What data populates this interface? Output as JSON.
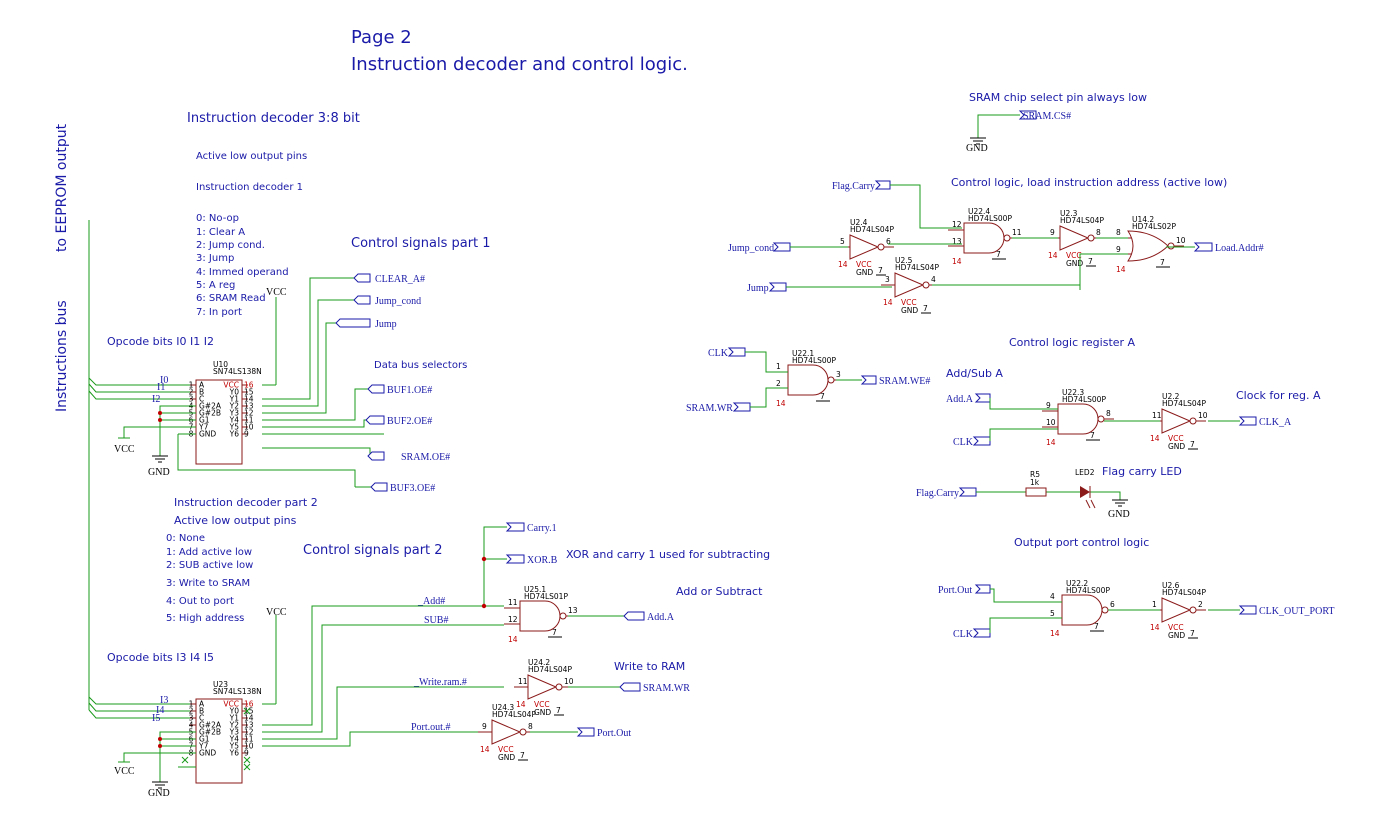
{
  "header": {
    "page": "Page 2",
    "subtitle": "Instruction decoder and control logic."
  },
  "side_labels": {
    "eeprom": "to EEPROM output",
    "bus": "Instructions bus"
  },
  "decoder1": {
    "title": "Instruction decoder 3:8 bit",
    "active_low": "Active low output pins",
    "name": "Instruction decoder 1",
    "codes": [
      "0:  No-op",
      "1:  Clear A",
      "2:  Jump cond.",
      "3:  Jump",
      "4:  Immed operand",
      "5:  A reg",
      "6:  SRAM Read",
      "7:  In port"
    ],
    "opcode_label": "Opcode bits I0 I1 I2",
    "ref": "U10",
    "part": "SN74LS138N",
    "bus_inputs": [
      "I0",
      "I1",
      "I2"
    ]
  },
  "decoder2": {
    "title": "Instruction decoder part 2",
    "active_low": "Active low output pins",
    "codes": [
      "0:  None",
      "1:  Add active low",
      "2:  SUB active low",
      "3:  Write to SRAM",
      "4:  Out to port",
      "5:  High address"
    ],
    "opcode_label": "Opcode bits I3 I4 I5",
    "ref": "U23",
    "part": "SN74LS138N",
    "bus_inputs": [
      "I3",
      "I4",
      "I5"
    ]
  },
  "chip_138": {
    "left_pins": [
      "A",
      "B",
      "C",
      "G#2A",
      "G#2B",
      "G1",
      "Y7",
      "GND"
    ],
    "left_nums": [
      "1",
      "2",
      "3",
      "4",
      "5",
      "6",
      "7",
      "8"
    ],
    "right_pins": [
      "VCC",
      "Y0",
      "Y1",
      "Y2",
      "Y3",
      "Y4",
      "Y5",
      "Y6"
    ],
    "right_nums": [
      "16",
      "15",
      "14",
      "13",
      "12",
      "11",
      "10",
      "9"
    ]
  },
  "power": {
    "vcc": "VCC",
    "gnd": "GND"
  },
  "sections": {
    "control1": "Control signals part 1",
    "data_bus": "Data bus selectors",
    "control2": "Control signals part 2",
    "xor_note": "XOR and carry 1 used for subtracting",
    "add_sub": "Add or Subtract",
    "write_ram": "Write to RAM",
    "sram_cs": "SRAM chip select pin always  low",
    "ctrl_load": "Control logic, load instruction address (active low)",
    "ctrl_rega": "Control logic register A",
    "addsub_a": "Add/Sub A",
    "clock_rega": "Clock for reg. A",
    "flag_led": "Flag carry LED",
    "out_port": "Output port control logic"
  },
  "ports": {
    "clear_a": "CLEAR_A#",
    "jump_cond": "Jump_cond",
    "jump": "Jump",
    "buf1": "BUF1.OE#",
    "buf2": "BUF2.OE#",
    "sram_oe": "SRAM.OE#",
    "buf3": "BUF3.OE#",
    "carry1": "Carry.1",
    "xorb": "XOR.B",
    "add_a": "Add.A",
    "sram_wr": "SRAM.WR",
    "port_out": "Port.Out",
    "sram_cs": "SRAM.CS#",
    "flag_carry": "Flag.Carry",
    "jump_cond_in": "Jump_cond",
    "jump_in": "Jump",
    "load_addr": "Load.Addr#",
    "clk": "CLK",
    "sram_wr_in": "SRAM.WR",
    "sram_we": "SRAM.WE#",
    "add_a_in": "Add.A",
    "clk_a": "CLK_A",
    "flag_carry_in": "Flag.Carry",
    "port_out_in": "Port.Out",
    "clk_out_port": "CLK_OUT_PORT"
  },
  "net_labels": {
    "add": "_Add#",
    "sub": "SUB#",
    "write_ram": "_Write.ram.#",
    "port_out": "Port.out.#"
  },
  "gates": {
    "u25_1": {
      "ref": "U25.1",
      "part": "HD74LS01P",
      "pins": [
        "11",
        "12",
        "13",
        "14",
        "7"
      ]
    },
    "u24_2": {
      "ref": "U24.2",
      "part": "HD74LS04P",
      "pins": [
        "11",
        "10",
        "14",
        "7"
      ]
    },
    "u24_3": {
      "ref": "U24.3",
      "part": "HD74LS04P",
      "pins": [
        "9",
        "8",
        "14",
        "7"
      ]
    },
    "u2_4": {
      "ref": "U2.4",
      "part": "HD74LS04P",
      "pins": [
        "5",
        "6",
        "14",
        "7"
      ]
    },
    "u22_4": {
      "ref": "U22.4",
      "part": "HD74LS00P",
      "pins": [
        "12",
        "13",
        "11",
        "14",
        "7"
      ]
    },
    "u2_3": {
      "ref": "U2.3",
      "part": "HD74LS04P",
      "pins": [
        "9",
        "8",
        "14",
        "7"
      ]
    },
    "u14_2": {
      "ref": "U14.2",
      "part": "HD74LS02P",
      "pins": [
        "8",
        "9",
        "10",
        "14",
        "7"
      ]
    },
    "u2_5": {
      "ref": "U2.5",
      "part": "HD74LS04P",
      "pins": [
        "3",
        "4",
        "14",
        "7"
      ]
    },
    "u22_1": {
      "ref": "U22.1",
      "part": "HD74LS00P",
      "pins": [
        "1",
        "2",
        "3",
        "14",
        "7"
      ]
    },
    "u22_3": {
      "ref": "U22.3",
      "part": "HD74LS00P",
      "pins": [
        "9",
        "10",
        "8",
        "14",
        "7"
      ]
    },
    "u2_2": {
      "ref": "U2.2",
      "part": "HD74LS04P",
      "pins": [
        "11",
        "10",
        "14",
        "7"
      ]
    },
    "u22_2": {
      "ref": "U22.2",
      "part": "HD74LS00P",
      "pins": [
        "4",
        "5",
        "6",
        "14",
        "7"
      ]
    },
    "u2_6": {
      "ref": "U2.6",
      "part": "HD74LS04P",
      "pins": [
        "1",
        "2",
        "14",
        "7"
      ]
    }
  },
  "resistor": {
    "ref": "R5",
    "value": "1k"
  },
  "led": {
    "ref": "LED2"
  }
}
